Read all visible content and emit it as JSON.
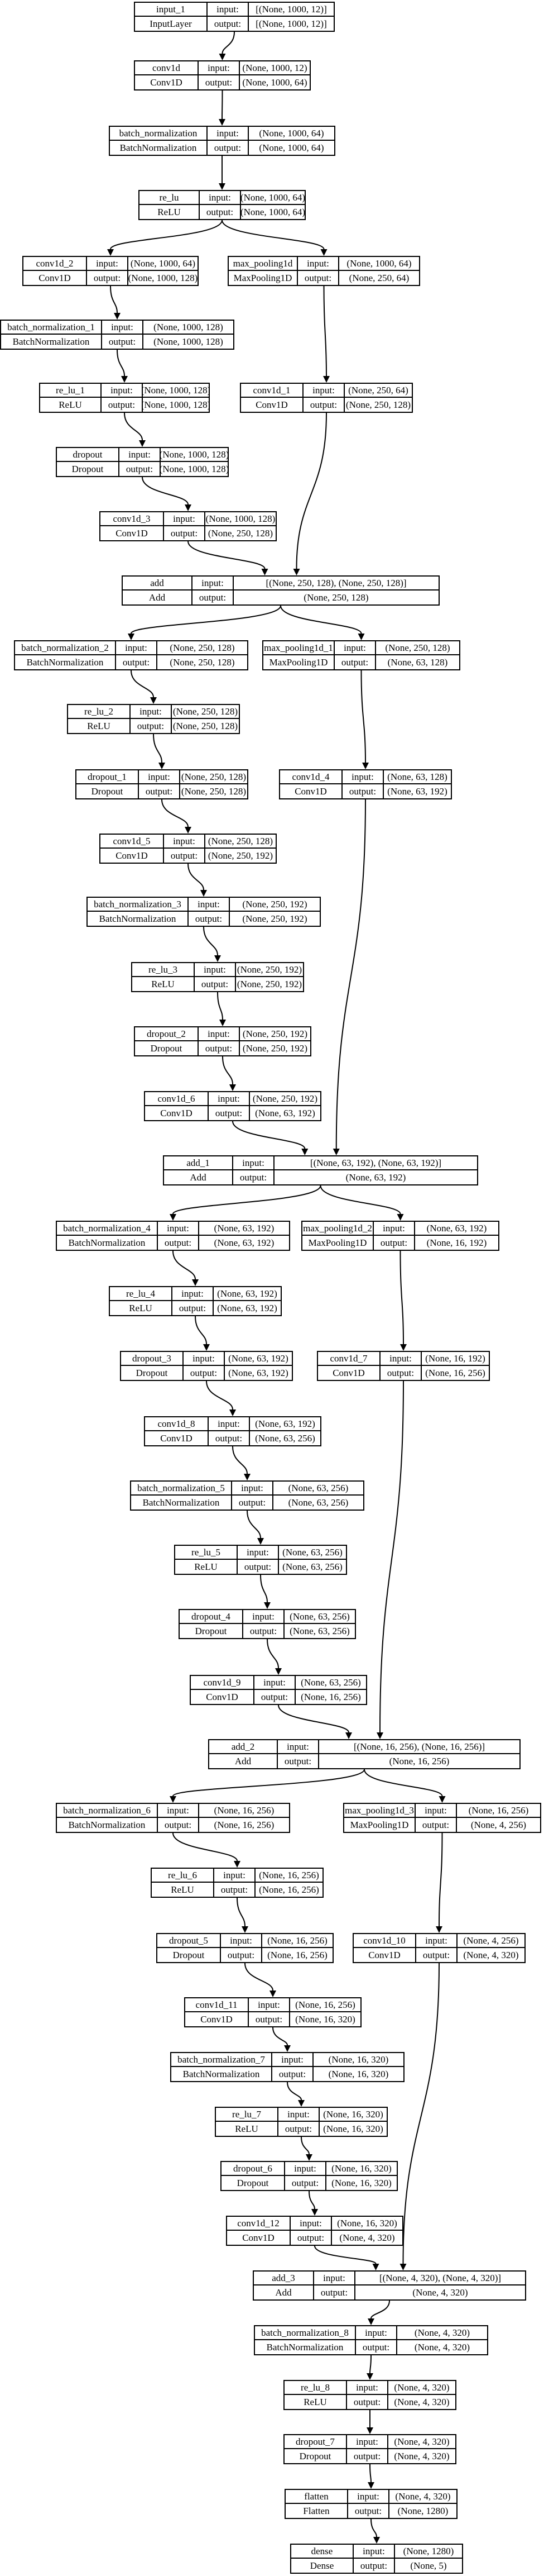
{
  "labels": {
    "input": "input:",
    "output": "output:"
  },
  "nodes": [
    {
      "id": "input_1",
      "name": "input_1",
      "cls": "InputLayer",
      "in": "[(None, 1000, 12)]",
      "out": "[(None, 1000, 12)]"
    },
    {
      "id": "conv1d",
      "name": "conv1d",
      "cls": "Conv1D",
      "in": "(None, 1000, 12)",
      "out": "(None, 1000, 64)"
    },
    {
      "id": "bn",
      "name": "batch_normalization",
      "cls": "BatchNormalization",
      "in": "(None, 1000, 64)",
      "out": "(None, 1000, 64)"
    },
    {
      "id": "relu",
      "name": "re_lu",
      "cls": "ReLU",
      "in": "(None, 1000, 64)",
      "out": "(None, 1000, 64)"
    },
    {
      "id": "conv1d_2",
      "name": "conv1d_2",
      "cls": "Conv1D",
      "in": "(None, 1000, 64)",
      "out": "(None, 1000, 128)"
    },
    {
      "id": "mp",
      "name": "max_pooling1d",
      "cls": "MaxPooling1D",
      "in": "(None, 1000, 64)",
      "out": "(None, 250, 64)"
    },
    {
      "id": "bn_1",
      "name": "batch_normalization_1",
      "cls": "BatchNormalization",
      "in": "(None, 1000, 128)",
      "out": "(None, 1000, 128)"
    },
    {
      "id": "relu_1",
      "name": "re_lu_1",
      "cls": "ReLU",
      "in": "(None, 1000, 128)",
      "out": "(None, 1000, 128)"
    },
    {
      "id": "conv1d_1",
      "name": "conv1d_1",
      "cls": "Conv1D",
      "in": "(None, 250, 64)",
      "out": "(None, 250, 128)"
    },
    {
      "id": "dropout",
      "name": "dropout",
      "cls": "Dropout",
      "in": "(None, 1000, 128)",
      "out": "(None, 1000, 128)"
    },
    {
      "id": "conv1d_3",
      "name": "conv1d_3",
      "cls": "Conv1D",
      "in": "(None, 1000, 128)",
      "out": "(None, 250, 128)"
    },
    {
      "id": "add",
      "name": "add",
      "cls": "Add",
      "in": "[(None, 250, 128), (None, 250, 128)]",
      "out": "(None, 250, 128)"
    },
    {
      "id": "bn_2",
      "name": "batch_normalization_2",
      "cls": "BatchNormalization",
      "in": "(None, 250, 128)",
      "out": "(None, 250, 128)"
    },
    {
      "id": "mp_1",
      "name": "max_pooling1d_1",
      "cls": "MaxPooling1D",
      "in": "(None, 250, 128)",
      "out": "(None, 63, 128)"
    },
    {
      "id": "relu_2",
      "name": "re_lu_2",
      "cls": "ReLU",
      "in": "(None, 250, 128)",
      "out": "(None, 250, 128)"
    },
    {
      "id": "dropout_1",
      "name": "dropout_1",
      "cls": "Dropout",
      "in": "(None, 250, 128)",
      "out": "(None, 250, 128)"
    },
    {
      "id": "conv1d_4",
      "name": "conv1d_4",
      "cls": "Conv1D",
      "in": "(None, 63, 128)",
      "out": "(None, 63, 192)"
    },
    {
      "id": "conv1d_5",
      "name": "conv1d_5",
      "cls": "Conv1D",
      "in": "(None, 250, 128)",
      "out": "(None, 250, 192)"
    },
    {
      "id": "bn_3",
      "name": "batch_normalization_3",
      "cls": "BatchNormalization",
      "in": "(None, 250, 192)",
      "out": "(None, 250, 192)"
    },
    {
      "id": "relu_3",
      "name": "re_lu_3",
      "cls": "ReLU",
      "in": "(None, 250, 192)",
      "out": "(None, 250, 192)"
    },
    {
      "id": "dropout_2",
      "name": "dropout_2",
      "cls": "Dropout",
      "in": "(None, 250, 192)",
      "out": "(None, 250, 192)"
    },
    {
      "id": "conv1d_6",
      "name": "conv1d_6",
      "cls": "Conv1D",
      "in": "(None, 250, 192)",
      "out": "(None, 63, 192)"
    },
    {
      "id": "add_1",
      "name": "add_1",
      "cls": "Add",
      "in": "[(None, 63, 192), (None, 63, 192)]",
      "out": "(None, 63, 192)"
    },
    {
      "id": "bn_4",
      "name": "batch_normalization_4",
      "cls": "BatchNormalization",
      "in": "(None, 63, 192)",
      "out": "(None, 63, 192)"
    },
    {
      "id": "mp_2",
      "name": "max_pooling1d_2",
      "cls": "MaxPooling1D",
      "in": "(None, 63, 192)",
      "out": "(None, 16, 192)"
    },
    {
      "id": "relu_4",
      "name": "re_lu_4",
      "cls": "ReLU",
      "in": "(None, 63, 192)",
      "out": "(None, 63, 192)"
    },
    {
      "id": "dropout_3",
      "name": "dropout_3",
      "cls": "Dropout",
      "in": "(None, 63, 192)",
      "out": "(None, 63, 192)"
    },
    {
      "id": "conv1d_7",
      "name": "conv1d_7",
      "cls": "Conv1D",
      "in": "(None, 16, 192)",
      "out": "(None, 16, 256)"
    },
    {
      "id": "conv1d_8",
      "name": "conv1d_8",
      "cls": "Conv1D",
      "in": "(None, 63, 192)",
      "out": "(None, 63, 256)"
    },
    {
      "id": "bn_5",
      "name": "batch_normalization_5",
      "cls": "BatchNormalization",
      "in": "(None, 63, 256)",
      "out": "(None, 63, 256)"
    },
    {
      "id": "relu_5",
      "name": "re_lu_5",
      "cls": "ReLU",
      "in": "(None, 63, 256)",
      "out": "(None, 63, 256)"
    },
    {
      "id": "dropout_4",
      "name": "dropout_4",
      "cls": "Dropout",
      "in": "(None, 63, 256)",
      "out": "(None, 63, 256)"
    },
    {
      "id": "conv1d_9",
      "name": "conv1d_9",
      "cls": "Conv1D",
      "in": "(None, 63, 256)",
      "out": "(None, 16, 256)"
    },
    {
      "id": "add_2",
      "name": "add_2",
      "cls": "Add",
      "in": "[(None, 16, 256), (None, 16, 256)]",
      "out": "(None, 16, 256)"
    },
    {
      "id": "bn_6",
      "name": "batch_normalization_6",
      "cls": "BatchNormalization",
      "in": "(None, 16, 256)",
      "out": "(None, 16, 256)"
    },
    {
      "id": "mp_3",
      "name": "max_pooling1d_3",
      "cls": "MaxPooling1D",
      "in": "(None, 16, 256)",
      "out": "(None, 4, 256)"
    },
    {
      "id": "relu_6",
      "name": "re_lu_6",
      "cls": "ReLU",
      "in": "(None, 16, 256)",
      "out": "(None, 16, 256)"
    },
    {
      "id": "dropout_5",
      "name": "dropout_5",
      "cls": "Dropout",
      "in": "(None, 16, 256)",
      "out": "(None, 16, 256)"
    },
    {
      "id": "conv1d_10",
      "name": "conv1d_10",
      "cls": "Conv1D",
      "in": "(None, 4, 256)",
      "out": "(None, 4, 320)"
    },
    {
      "id": "conv1d_11",
      "name": "conv1d_11",
      "cls": "Conv1D",
      "in": "(None, 16, 256)",
      "out": "(None, 16, 320)"
    },
    {
      "id": "bn_7",
      "name": "batch_normalization_7",
      "cls": "BatchNormalization",
      "in": "(None, 16, 320)",
      "out": "(None, 16, 320)"
    },
    {
      "id": "relu_7",
      "name": "re_lu_7",
      "cls": "ReLU",
      "in": "(None, 16, 320)",
      "out": "(None, 16, 320)"
    },
    {
      "id": "dropout_6",
      "name": "dropout_6",
      "cls": "Dropout",
      "in": "(None, 16, 320)",
      "out": "(None, 16, 320)"
    },
    {
      "id": "conv1d_12",
      "name": "conv1d_12",
      "cls": "Conv1D",
      "in": "(None, 16, 320)",
      "out": "(None, 4, 320)"
    },
    {
      "id": "add_3",
      "name": "add_3",
      "cls": "Add",
      "in": "[(None, 4, 320), (None, 4, 320)]",
      "out": "(None, 4, 320)"
    },
    {
      "id": "bn_8",
      "name": "batch_normalization_8",
      "cls": "BatchNormalization",
      "in": "(None, 4, 320)",
      "out": "(None, 4, 320)"
    },
    {
      "id": "relu_8",
      "name": "re_lu_8",
      "cls": "ReLU",
      "in": "(None, 4, 320)",
      "out": "(None, 4, 320)"
    },
    {
      "id": "dropout_7",
      "name": "dropout_7",
      "cls": "Dropout",
      "in": "(None, 4, 320)",
      "out": "(None, 4, 320)"
    },
    {
      "id": "flatten",
      "name": "flatten",
      "cls": "Flatten",
      "in": "(None, 4, 320)",
      "out": "(None, 1280)"
    },
    {
      "id": "dense",
      "name": "dense",
      "cls": "Dense",
      "in": "(None, 1280)",
      "out": "(None, 5)"
    }
  ],
  "edges": [
    [
      "input_1",
      "conv1d"
    ],
    [
      "conv1d",
      "bn"
    ],
    [
      "bn",
      "relu"
    ],
    [
      "relu",
      "conv1d_2"
    ],
    [
      "relu",
      "mp"
    ],
    [
      "conv1d_2",
      "bn_1"
    ],
    [
      "bn_1",
      "relu_1"
    ],
    [
      "relu_1",
      "dropout"
    ],
    [
      "dropout",
      "conv1d_3"
    ],
    [
      "mp",
      "conv1d_1"
    ],
    [
      "conv1d_3",
      "add"
    ],
    [
      "conv1d_1",
      "add"
    ],
    [
      "add",
      "bn_2"
    ],
    [
      "add",
      "mp_1"
    ],
    [
      "bn_2",
      "relu_2"
    ],
    [
      "relu_2",
      "dropout_1"
    ],
    [
      "dropout_1",
      "conv1d_5"
    ],
    [
      "conv1d_5",
      "bn_3"
    ],
    [
      "bn_3",
      "relu_3"
    ],
    [
      "relu_3",
      "dropout_2"
    ],
    [
      "dropout_2",
      "conv1d_6"
    ],
    [
      "mp_1",
      "conv1d_4"
    ],
    [
      "conv1d_6",
      "add_1"
    ],
    [
      "conv1d_4",
      "add_1"
    ],
    [
      "add_1",
      "bn_4"
    ],
    [
      "add_1",
      "mp_2"
    ],
    [
      "bn_4",
      "relu_4"
    ],
    [
      "relu_4",
      "dropout_3"
    ],
    [
      "dropout_3",
      "conv1d_8"
    ],
    [
      "conv1d_8",
      "bn_5"
    ],
    [
      "bn_5",
      "relu_5"
    ],
    [
      "relu_5",
      "dropout_4"
    ],
    [
      "dropout_4",
      "conv1d_9"
    ],
    [
      "mp_2",
      "conv1d_7"
    ],
    [
      "conv1d_9",
      "add_2"
    ],
    [
      "conv1d_7",
      "add_2"
    ],
    [
      "add_2",
      "bn_6"
    ],
    [
      "add_2",
      "mp_3"
    ],
    [
      "bn_6",
      "relu_6"
    ],
    [
      "relu_6",
      "dropout_5"
    ],
    [
      "dropout_5",
      "conv1d_11"
    ],
    [
      "conv1d_11",
      "bn_7"
    ],
    [
      "bn_7",
      "relu_7"
    ],
    [
      "relu_7",
      "dropout_6"
    ],
    [
      "dropout_6",
      "conv1d_12"
    ],
    [
      "mp_3",
      "conv1d_10"
    ],
    [
      "conv1d_12",
      "add_3"
    ],
    [
      "conv1d_10",
      "add_3"
    ],
    [
      "add_3",
      "bn_8"
    ],
    [
      "bn_8",
      "relu_8"
    ],
    [
      "relu_8",
      "dropout_7"
    ],
    [
      "dropout_7",
      "flatten"
    ],
    [
      "flatten",
      "dense"
    ]
  ]
}
